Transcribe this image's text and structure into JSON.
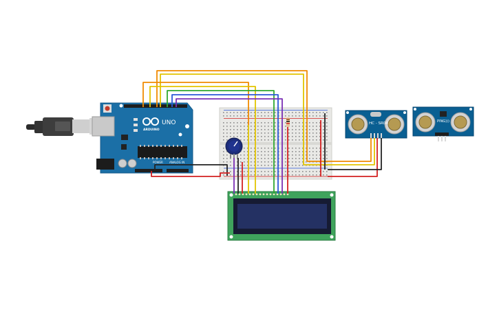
{
  "colors": {
    "arduino_board": "#1b6fa6",
    "breadboard": "#e9e9e6",
    "lcd_pcb": "#3fa35c",
    "lcd_screen": "#243163",
    "sensor_pcb": "#0a5f92",
    "wire_red": "#d32020",
    "wire_black": "#222222",
    "wire_orange": "#f08a00",
    "wire_yellow": "#e2c400",
    "wire_green": "#2fa82f",
    "wire_blue": "#2a57d8",
    "wire_purple": "#7a2fb5"
  },
  "arduino": {
    "logo_text": "ARDUINO",
    "model_text": "UNO",
    "power_label": "POWER",
    "analog_label": "ANALOG IN"
  },
  "sensor1": {
    "model_text": "HC - SR04"
  },
  "sensor2": {
    "model_text": "PING)))"
  }
}
